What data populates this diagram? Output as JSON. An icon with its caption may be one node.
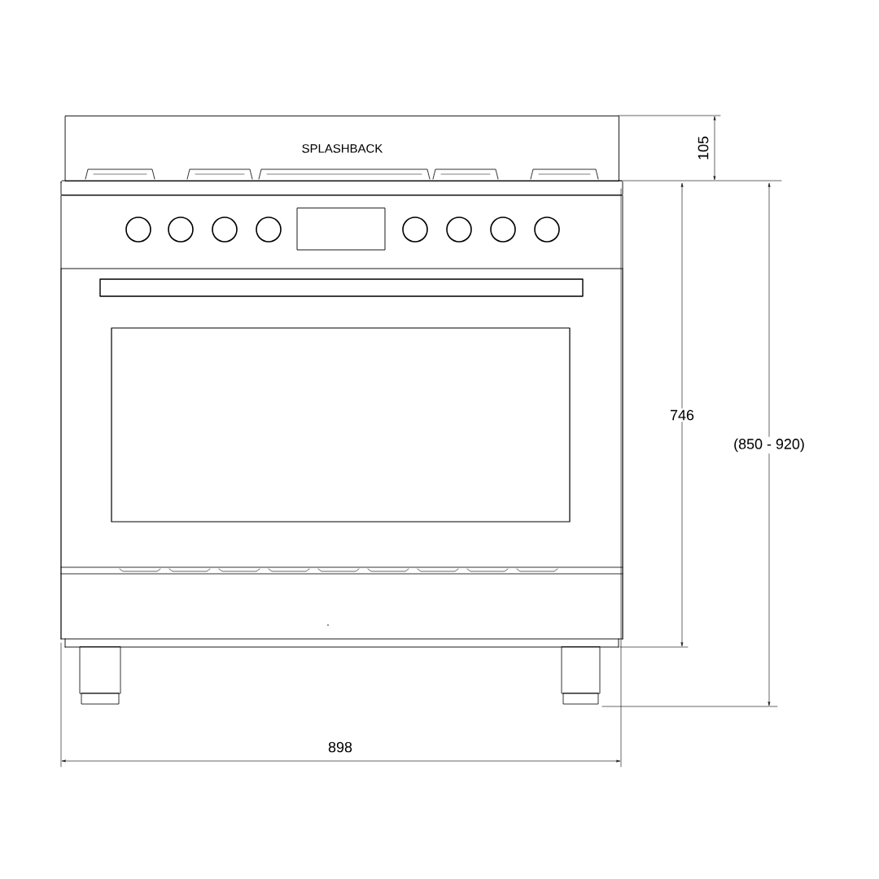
{
  "diagram": {
    "nodes": [
      {
        "text": [
          "SPLASHBACK"
        ]
      }
    ],
    "labels": [
      "105",
      "746",
      "(850 - 920)",
      "898"
    ]
  }
}
